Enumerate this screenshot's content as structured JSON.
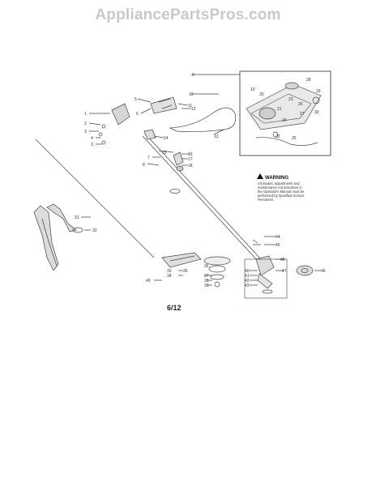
{
  "header": {
    "site_title": "AppliancePartsPros.com"
  },
  "page_number": "6/12",
  "warning": {
    "heading": "WARNING",
    "lines": [
      "All repairs, adjustments and",
      "maintenance not described in",
      "the Operator's Manual must be",
      "performed by Qualified Service",
      "Personnel."
    ]
  },
  "callouts": [
    "1",
    "2",
    "3",
    "4",
    "5",
    "6",
    "7",
    "8",
    "9",
    "10",
    "11",
    "12",
    "13",
    "14",
    "15",
    "16",
    "17",
    "18",
    "19",
    "20",
    "21",
    "22",
    "23",
    "24",
    "25",
    "26",
    "27",
    "28",
    "29",
    "30",
    "31",
    "32",
    "33",
    "34",
    "35",
    "36",
    "37",
    "38",
    "39",
    "40",
    "41",
    "42",
    "43",
    "44",
    "45",
    "46",
    "47",
    "48",
    "49"
  ]
}
